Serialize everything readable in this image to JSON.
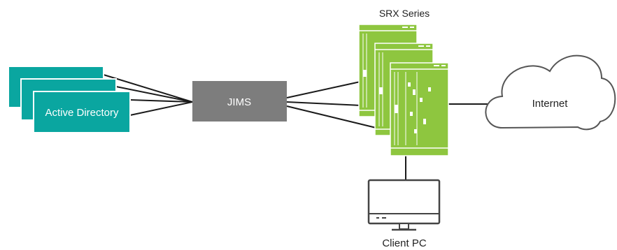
{
  "nodes": {
    "active_directory": {
      "label": "Active Directory"
    },
    "jims": {
      "label": "JIMS"
    },
    "srx": {
      "label": "SRX Series"
    },
    "internet": {
      "label": "Internet"
    },
    "client_pc": {
      "label": "Client PC"
    }
  },
  "colors": {
    "ad_fill": "#0aa6a0",
    "jims_fill": "#7d7d7d",
    "srx_fill": "#8ec63f",
    "line": "#1a1a1a",
    "cloud_stroke": "#555555",
    "monitor_stroke": "#444444"
  },
  "icons": {
    "cloud": "cloud-icon",
    "monitor": "monitor-icon"
  }
}
